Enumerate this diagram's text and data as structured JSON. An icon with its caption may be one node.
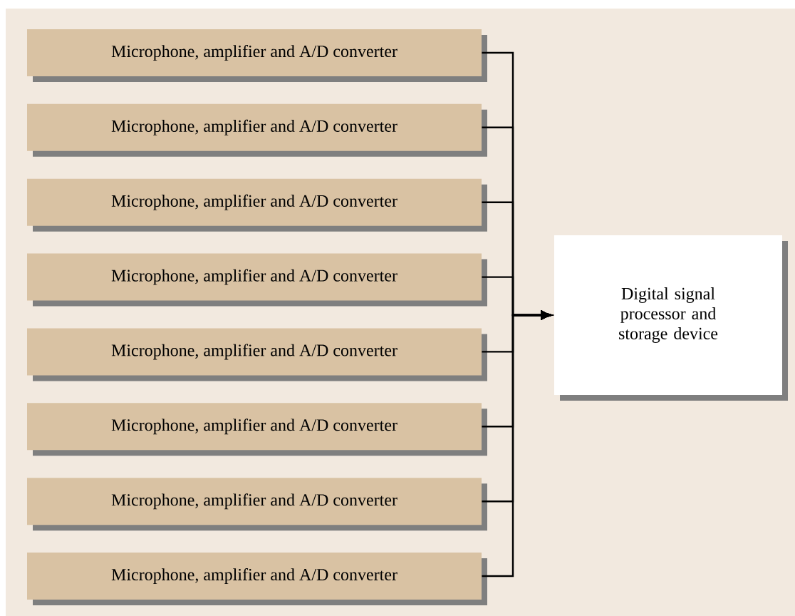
{
  "diagram": {
    "nodes": [
      {
        "text": [
          "Microphone, amplifier and A/D converter"
        ]
      },
      {
        "text": [
          "Microphone, amplifier and A/D converter"
        ]
      },
      {
        "text": [
          "Microphone, amplifier and A/D converter"
        ]
      },
      {
        "text": [
          "Microphone, amplifier and A/D converter"
        ]
      },
      {
        "text": [
          "Microphone, amplifier and A/D converter"
        ]
      },
      {
        "text": [
          "Microphone, amplifier and A/D converter"
        ]
      },
      {
        "text": [
          "Microphone, amplifier and A/D converter"
        ]
      },
      {
        "text": [
          "Microphone, amplifier and A/D converter"
        ]
      },
      {
        "text": [
          "Digital signal processor and storage device"
        ]
      }
    ],
    "edges": [
      {
        "from": 0,
        "to": 8,
        "arrow": "to"
      },
      {
        "from": 1,
        "to": 8,
        "arrow": "to"
      },
      {
        "from": 2,
        "to": 8,
        "arrow": "to"
      },
      {
        "from": 3,
        "to": 8,
        "arrow": "to"
      },
      {
        "from": 4,
        "to": 8,
        "arrow": "to"
      },
      {
        "from": 5,
        "to": 8,
        "arrow": "to"
      },
      {
        "from": 6,
        "to": 8,
        "arrow": "to"
      },
      {
        "from": 7,
        "to": 8,
        "arrow": "to"
      }
    ]
  }
}
